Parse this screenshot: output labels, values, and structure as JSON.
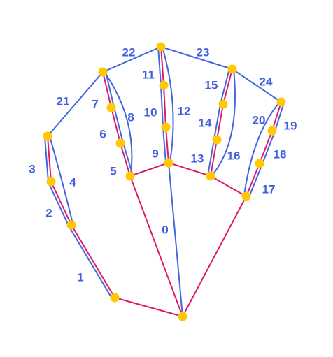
{
  "colors": {
    "red_line": "#e0186c",
    "blue_line": "#4466e0",
    "node": "#ffc800",
    "label": "#3f5fdc"
  },
  "nodes": [
    {
      "id": "wrist"
    },
    {
      "id": "thumb-cmc"
    },
    {
      "id": "thumb-mcp"
    },
    {
      "id": "thumb-ip"
    },
    {
      "id": "thumb-tip"
    },
    {
      "id": "index-mcp"
    },
    {
      "id": "index-pip"
    },
    {
      "id": "index-dip"
    },
    {
      "id": "index-tip"
    },
    {
      "id": "middle-mcp"
    },
    {
      "id": "middle-pip"
    },
    {
      "id": "middle-dip"
    },
    {
      "id": "middle-tip"
    },
    {
      "id": "ring-mcp"
    },
    {
      "id": "ring-pip"
    },
    {
      "id": "ring-dip"
    },
    {
      "id": "ring-tip"
    },
    {
      "id": "pinky-mcp"
    },
    {
      "id": "pinky-pip"
    },
    {
      "id": "pinky-dip"
    },
    {
      "id": "pinky-tip"
    }
  ],
  "red_edges": [
    [
      0,
      1
    ],
    [
      1,
      2
    ],
    [
      2,
      3
    ],
    [
      3,
      4
    ],
    [
      0,
      5
    ],
    [
      5,
      6
    ],
    [
      6,
      7
    ],
    [
      7,
      8
    ],
    [
      5,
      9
    ],
    [
      9,
      10
    ],
    [
      10,
      11
    ],
    [
      11,
      12
    ],
    [
      9,
      13
    ],
    [
      13,
      14
    ],
    [
      14,
      15
    ],
    [
      15,
      16
    ],
    [
      13,
      17
    ],
    [
      0,
      17
    ],
    [
      17,
      18
    ],
    [
      18,
      19
    ],
    [
      19,
      20
    ]
  ],
  "edge_labels": [
    {
      "text": "0"
    },
    {
      "text": "1"
    },
    {
      "text": "2"
    },
    {
      "text": "3"
    },
    {
      "text": "4"
    },
    {
      "text": "5"
    },
    {
      "text": "6"
    },
    {
      "text": "7"
    },
    {
      "text": "8"
    },
    {
      "text": "9"
    },
    {
      "text": "10"
    },
    {
      "text": "11"
    },
    {
      "text": "12"
    },
    {
      "text": "13"
    },
    {
      "text": "14"
    },
    {
      "text": "15"
    },
    {
      "text": "16"
    },
    {
      "text": "17"
    },
    {
      "text": "18"
    },
    {
      "text": "19"
    },
    {
      "text": "20"
    },
    {
      "text": "21"
    },
    {
      "text": "22"
    },
    {
      "text": "23"
    },
    {
      "text": "24"
    }
  ]
}
